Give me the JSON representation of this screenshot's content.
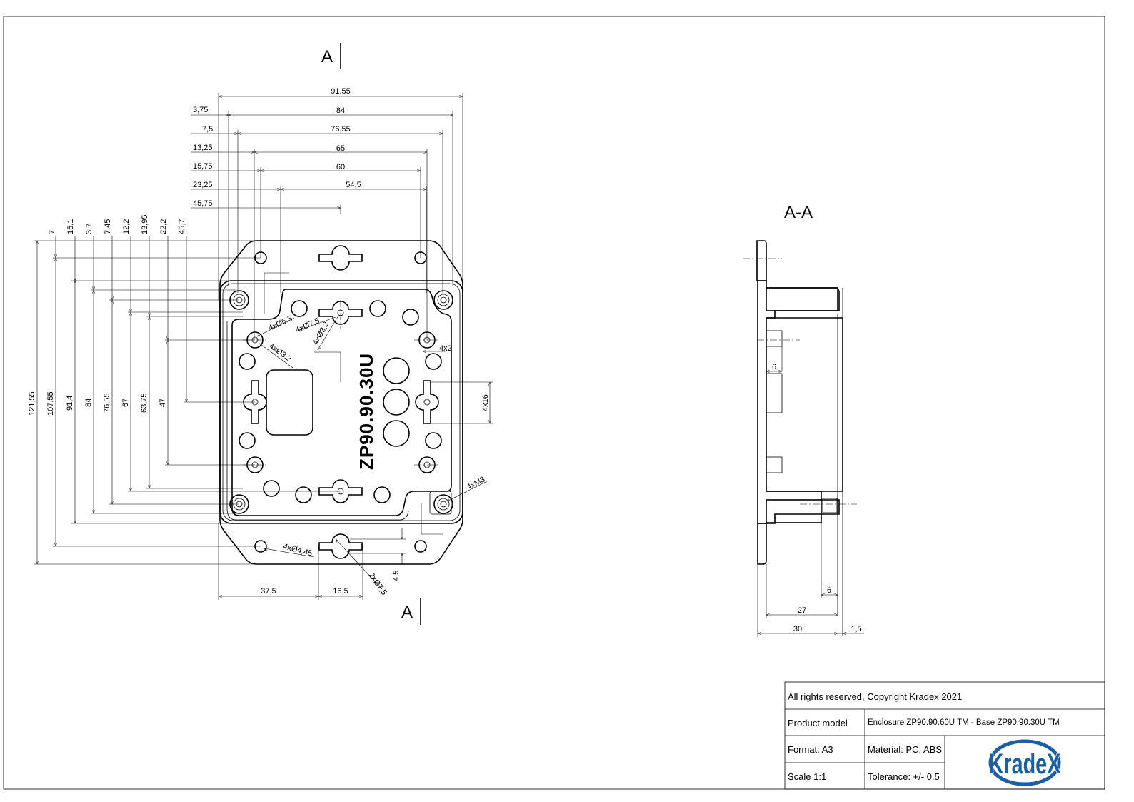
{
  "section_marks": {
    "top": "A",
    "bottom": "A",
    "section_title": "A-A"
  },
  "part_marking": "ZP90.90.30U",
  "top_dims": {
    "overall": "91,55",
    "d84": "84",
    "d76": "76,55",
    "d65": "65",
    "d60": "60",
    "d54": "54,5",
    "left_offsets": [
      "3,75",
      "7,5",
      "13,25",
      "15,75",
      "23,25",
      "45,75"
    ]
  },
  "left_dims": {
    "heights": [
      "121,55",
      "107,55",
      "91,4",
      "84",
      "76,55",
      "67",
      "63,75",
      "47"
    ],
    "offsets": [
      "7",
      "15,1",
      "3,7",
      "7,45",
      "12,2",
      "13,95",
      "22,2",
      "45,7"
    ]
  },
  "callouts": {
    "c1": "4xØ6,5",
    "c2": "4xØ7,5",
    "c3": "4xØ3,2",
    "c4": "4xØ3,2",
    "c5": "4x2",
    "c6": "4x16",
    "c7": "4xM3",
    "c8": "4xØ4,45",
    "c9": "2xØ7,5"
  },
  "bottom_dims": {
    "d37": "37,5",
    "d16": "16,5",
    "d45": "4,5"
  },
  "section_dims": {
    "boss": "6",
    "insert": "6",
    "inner_depth": "27",
    "total_depth": "30",
    "lip": "1,5"
  },
  "title_block": {
    "copyright": "All rights reserved, Copyright Kradex 2021",
    "product_model_label": "Product model",
    "product_model_value": "Enclosure ZP90.90.60U TM - Base ZP90.90.30U TM",
    "format": "Format: A3",
    "material": "Material: PC, ABS",
    "scale": "Scale 1:1",
    "tolerance": "Tolerance: +/- 0.5",
    "logo_text": "KradeX"
  },
  "colors": {
    "logo": "#1a5fa8"
  }
}
